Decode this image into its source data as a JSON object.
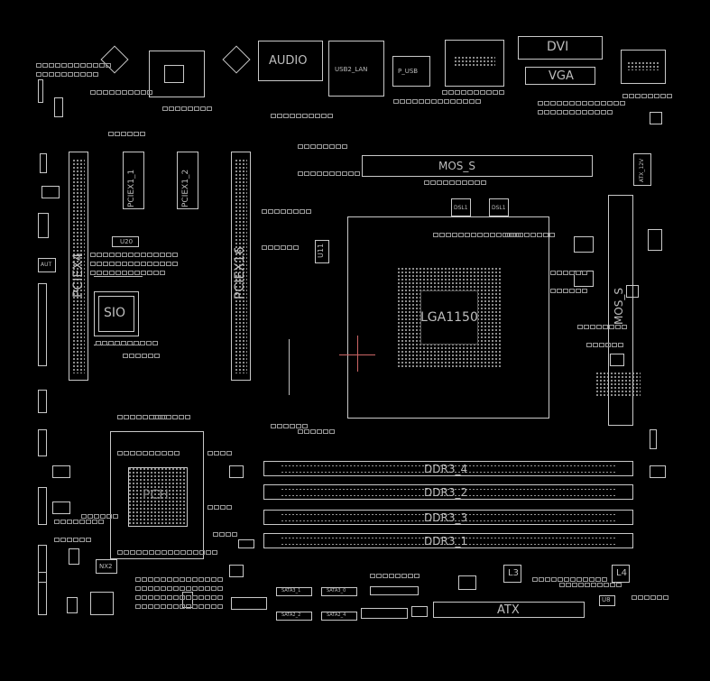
{
  "connectors": {
    "audio": "AUDIO",
    "usb_lan": "USB2_LAN",
    "p_usb": "P_USB",
    "dvi": "DVI",
    "vga": "VGA",
    "fan": "ATX_12V"
  },
  "slots": {
    "pciex4": "PCIEX4",
    "pciex1_1": "PCIEX1_1",
    "pciex1_2": "PCIEX1_2",
    "pciex16": "PCIEX16"
  },
  "chips": {
    "sio": "SIO",
    "pch": "PCH",
    "u20": "U20",
    "u11": "U11",
    "cpu": "LGA1150",
    "mos": "MOS_S",
    "dsl1": "DSL1",
    "dsl2": "DSL1",
    "nx2": "NX2",
    "l3": "L3",
    "l4": "L4",
    "u8": "U8",
    "aut": "AUT"
  },
  "memory": [
    "DDR3_4",
    "DDR3_2",
    "DDR3_3",
    "DDR3_1"
  ],
  "power": {
    "atx": "ATX"
  },
  "sata": [
    "SATA3_1",
    "SATA3_0",
    "SATA2_2",
    "SATA2_4"
  ]
}
